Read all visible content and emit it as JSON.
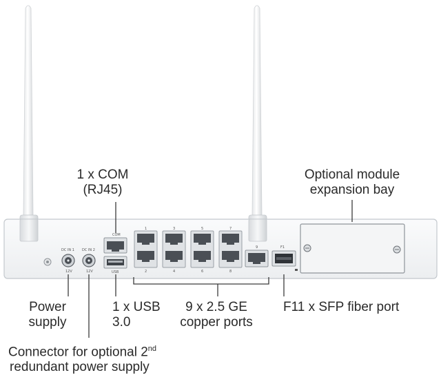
{
  "labels": {
    "com": [
      "1 x COM",
      "(RJ45)"
    ],
    "expansion": [
      "Optional module",
      "expansion bay"
    ],
    "power": [
      "Power",
      "supply"
    ],
    "usb": [
      "1 x USB",
      "3.0"
    ],
    "copper": [
      "9 x  2.5 GE",
      "copper ports"
    ],
    "sfp": "F11 x SFP fiber port",
    "redundant_line1": "Connector for optional 2",
    "redundant_sup": "nd",
    "redundant_line2": "redundant power supply"
  },
  "device": {
    "dc_in_1": "DC IN 1",
    "dc_in_2": "DC IN 2",
    "volt_1": "12V",
    "volt_2": "12V",
    "com_port": "COM",
    "usb_port": "USB",
    "sfp_port": "F1",
    "port_numbers_top": [
      "1",
      "3",
      "5",
      "7"
    ],
    "port_numbers_bottom": [
      "2",
      "4",
      "6",
      "8"
    ],
    "port_9": "9"
  },
  "colors": {
    "chassis": "#f5f6f7",
    "chassis_edge": "#c9cdd1",
    "port_frame": "#9aa0a6",
    "port_hole": "#4a4f55",
    "leader_line": "#3a3a3a"
  }
}
